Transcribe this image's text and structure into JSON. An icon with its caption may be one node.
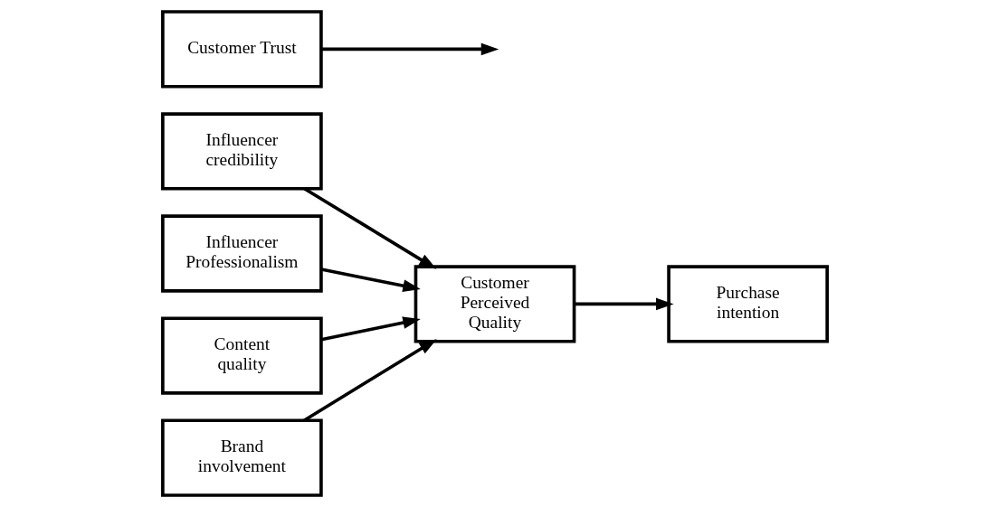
{
  "diagram": {
    "nodes": [
      {
        "text": [
          "Influencer credibility"
        ]
      },
      {
        "text": [
          "Influencer Professionalism"
        ]
      },
      {
        "text": [
          "Content quality"
        ]
      },
      {
        "text": [
          "Brand involvement"
        ]
      },
      {
        "text": [
          "Customer Perceived Quality"
        ]
      },
      {
        "text": [
          "Purchase intention"
        ]
      },
      {
        "text": [
          "Customer Trust"
        ]
      }
    ],
    "edges": [
      {
        "from": 0,
        "to": 4,
        "arrow": "to"
      },
      {
        "from": 1,
        "to": 4,
        "arrow": "to"
      },
      {
        "from": 2,
        "to": 4,
        "arrow": "to"
      },
      {
        "from": 3,
        "to": 4,
        "arrow": "to"
      },
      {
        "from": 4,
        "to": 5,
        "arrow": "to"
      },
      {
        "from": 6,
        "to": null,
        "arrow": "to"
      }
    ]
  }
}
